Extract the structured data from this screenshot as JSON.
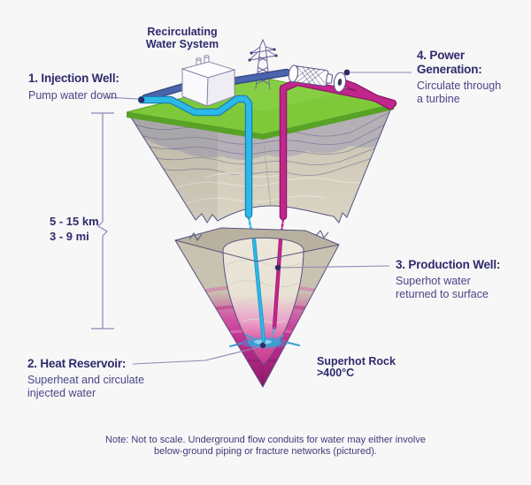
{
  "page": {
    "background": "#f7f7f8",
    "type": "infographic-diagram",
    "subject": "superhot rock geothermal system"
  },
  "palette": {
    "text_title": "#2f2b6b",
    "text_body": "#4a4685",
    "injection_pipe_cyan": "#2ab9e9",
    "production_pipe_magenta": "#c1268c",
    "return_pipe_blue": "#4a64ad",
    "grass_green": "#7dc93a",
    "rock_tan": "#cdc7b5",
    "superhot_magenta": "#c42e90",
    "reservoir_blue": "#3e9ed6",
    "callout_line": "#8d89b4"
  },
  "icons": {
    "water_system_building": "factory-building-with-chimneys",
    "power_line": "transmission-tower",
    "turbine": "turbine-cylinder",
    "generator": "generator-disc",
    "heat_reservoir": "fracture-splat"
  },
  "labels": {
    "water_system": {
      "line1": "Recirculating",
      "line2": "Water System"
    },
    "injection": {
      "title": "1. Injection Well:",
      "body": "Pump water down"
    },
    "power": {
      "title_line1": "4. Power",
      "title_line2": "Generation:",
      "body_line1": "Circulate through",
      "body_line2": "a turbine"
    },
    "depth": {
      "km": "5 - 15 km",
      "mi": "3 - 9 mi"
    },
    "production": {
      "title": "3. Production Well:",
      "body_line1": "Superhot water",
      "body_line2": "returned to surface"
    },
    "reservoir": {
      "title": "2. Heat Reservoir:",
      "body_line1": "Superheat and circulate",
      "body_line2": "injected water"
    },
    "superhot_rock": {
      "line1": "Superhot Rock",
      "line2": "&gt;400°C"
    },
    "superhot_rock_plain": {
      "line1": "Superhot Rock",
      "line2": ">400°C"
    },
    "note": {
      "line1": "Note: Not to scale. Underground flow conduits for water may either involve",
      "line2": "below-ground piping or fracture networks (pictured)."
    }
  }
}
